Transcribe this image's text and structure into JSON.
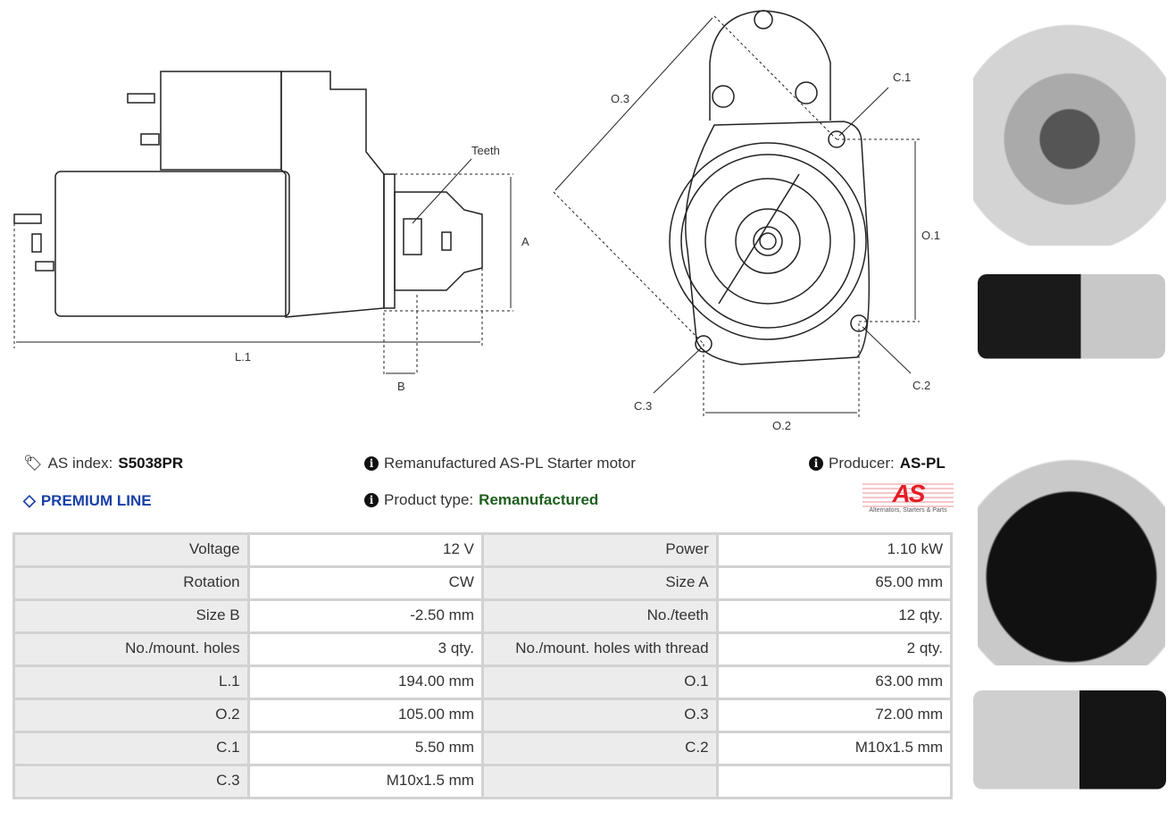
{
  "diagram": {
    "side_labels": {
      "teeth": "Teeth",
      "a": "A",
      "l1": "L.1",
      "b": "B"
    },
    "front_labels": {
      "o3": "O.3",
      "c1": "C.1",
      "o1": "O.1",
      "c2": "C.2",
      "c3": "C.3",
      "o2": "O.2"
    }
  },
  "info": {
    "as_index_label": "AS index:",
    "as_index_value": "S5038PR",
    "premium_line": "PREMIUM LINE",
    "description": "Remanufactured AS-PL Starter motor",
    "product_type_label": "Product type:",
    "product_type_value": "Remanufactured",
    "producer_label": "Producer:",
    "producer_value": "AS-PL",
    "logo_text": "AS",
    "logo_tagline": "Alternators, Starters & Parts",
    "accent_blue": "#1a3fa8",
    "accent_green": "#1e5e1e",
    "logo_red": "#e41e26"
  },
  "specs": [
    [
      "Voltage",
      "12 V",
      "Power",
      "1.10 kW"
    ],
    [
      "Rotation",
      "CW",
      "Size A",
      "65.00 mm"
    ],
    [
      "Size B",
      "-2.50 mm",
      "No./teeth",
      "12 qty."
    ],
    [
      "No./mount. holes",
      "3 qty.",
      "No./mount. holes with thread",
      "2 qty."
    ],
    [
      "L.1",
      "194.00 mm",
      "O.1",
      "63.00 mm"
    ],
    [
      "O.2",
      "105.00 mm",
      "O.3",
      "72.00 mm"
    ],
    [
      "C.1",
      "5.50 mm",
      "C.2",
      "M10x1.5 mm"
    ],
    [
      "C.3",
      "M10x1.5 mm",
      "",
      ""
    ]
  ]
}
